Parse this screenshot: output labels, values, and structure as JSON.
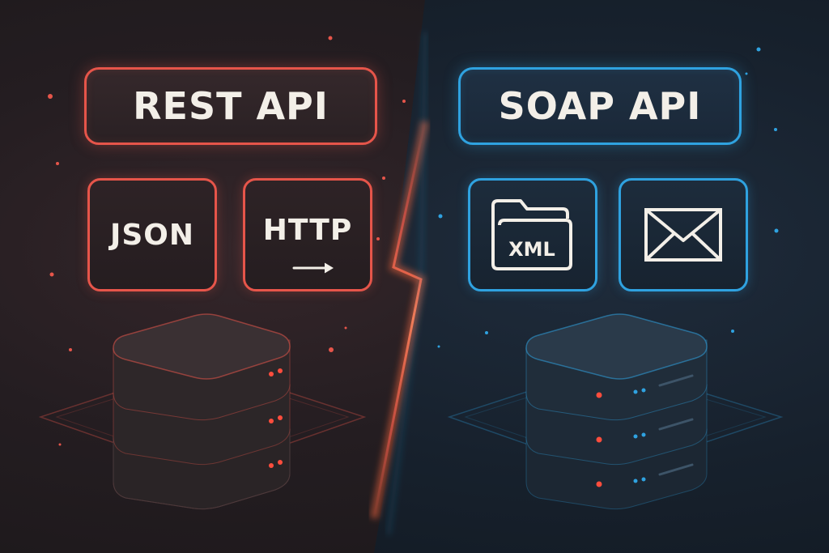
{
  "left": {
    "title": "REST API",
    "accent": "#e6554a",
    "tiles": [
      {
        "label": "JSON"
      },
      {
        "label": "HTTP",
        "icon": "arrow-right-icon"
      }
    ],
    "server_icon": "server-stack-icon"
  },
  "right": {
    "title": "SOAP API",
    "accent": "#2fa2e0",
    "tiles": [
      {
        "label": "XML",
        "icon": "folder-icon"
      },
      {
        "icon": "envelope-icon"
      }
    ],
    "server_icon": "server-stack-icon"
  }
}
